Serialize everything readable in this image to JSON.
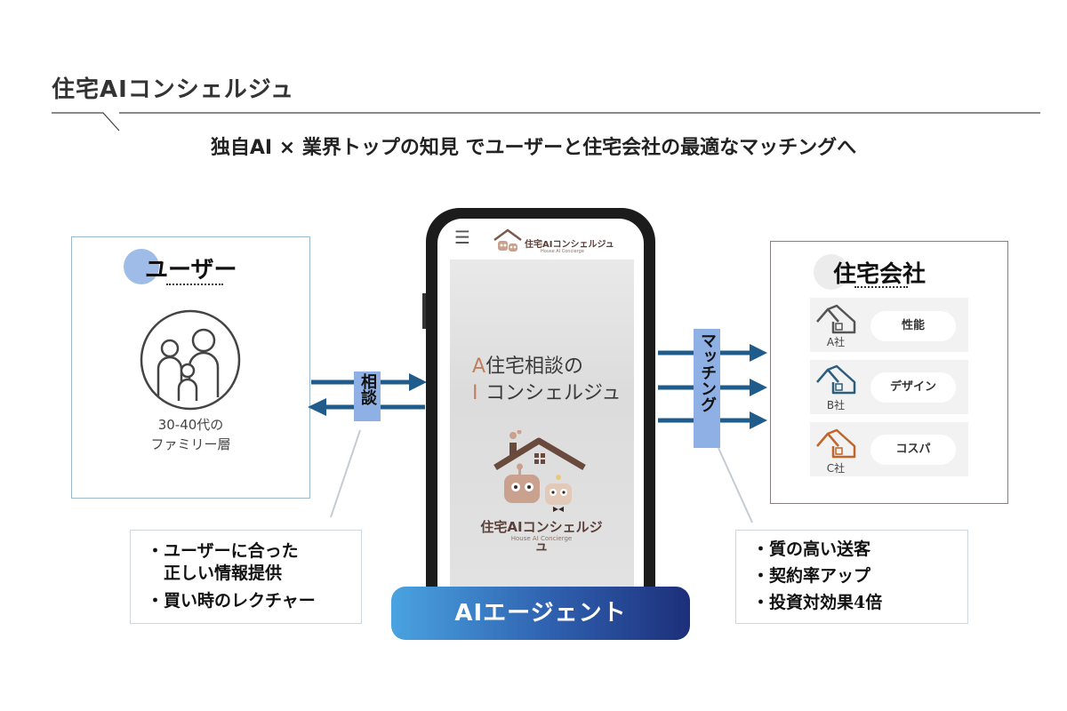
{
  "header": {
    "title": "住宅AIコンシェルジュ",
    "subtitle": "独自AI × 業界トップの知見 でユーザーと住宅会社の最適なマッチングへ"
  },
  "user_panel": {
    "title": "ユーザー",
    "caption_line1": "30-40代の",
    "caption_line2": "ファミリー層"
  },
  "consult_label": "相談",
  "user_callout": {
    "line1": "・ユーザーに合った",
    "line2": "　正しい情報提供",
    "line3": "・買い時のレクチャー"
  },
  "phone": {
    "menu_icon": "hamburger-icon",
    "header_logo_text": "住宅AIコンシェルジュ",
    "header_logo_sub": "House AI Concierge",
    "headline_line1": "住宅相談の",
    "headline_line2": "コンシェルジュ",
    "headline_initial1": "A",
    "headline_initial2": "I",
    "logo_text": "住宅AIコンシェルジュ",
    "logo_sub": "House AI Concierge"
  },
  "agent_bar_label": "AIエージェント",
  "matching_label": "マッチング",
  "company_panel": {
    "title": "住宅会社",
    "companies": [
      {
        "name": "A社",
        "feature": "性能",
        "color": "#555555"
      },
      {
        "name": "B社",
        "feature": "デザイン",
        "color": "#2c5d7c"
      },
      {
        "name": "C社",
        "feature": "コスパ",
        "color": "#c0652a"
      }
    ]
  },
  "company_callout": {
    "line1": "・質の高い送客",
    "line2": "・契約率アップ",
    "line3": "・投資対効果4倍"
  },
  "colors": {
    "arrow": "#1f5c8c",
    "label_bg": "#8fb0e4",
    "accent_circle": "#9fbbe8"
  }
}
